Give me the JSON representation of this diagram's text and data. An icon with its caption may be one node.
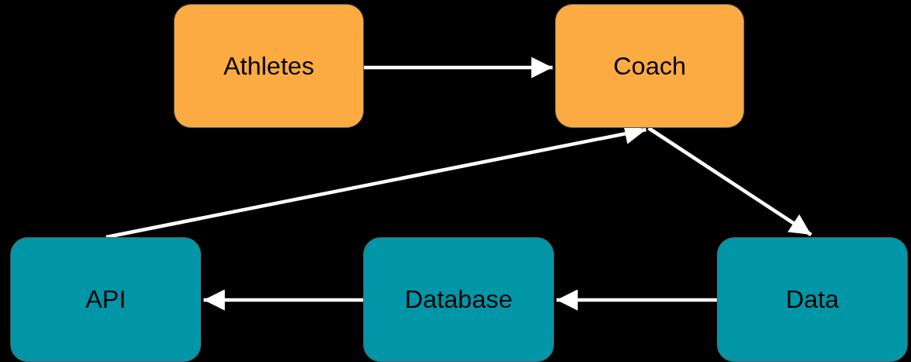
{
  "diagram": {
    "nodes": [
      {
        "text": [
          "Athletes"
        ]
      },
      {
        "text": [
          "Coach"
        ]
      },
      {
        "text": [
          "API"
        ]
      },
      {
        "text": [
          "Database"
        ]
      },
      {
        "text": [
          "Data"
        ]
      }
    ],
    "edges": [
      {
        "from": 0,
        "to": 1,
        "arrow": "to"
      },
      {
        "from": 2,
        "to": 1,
        "arrow": "to"
      },
      {
        "from": 1,
        "to": 4,
        "arrow": "to"
      },
      {
        "from": 3,
        "to": 2,
        "arrow": "to"
      },
      {
        "from": 4,
        "to": 3,
        "arrow": "to"
      }
    ]
  }
}
